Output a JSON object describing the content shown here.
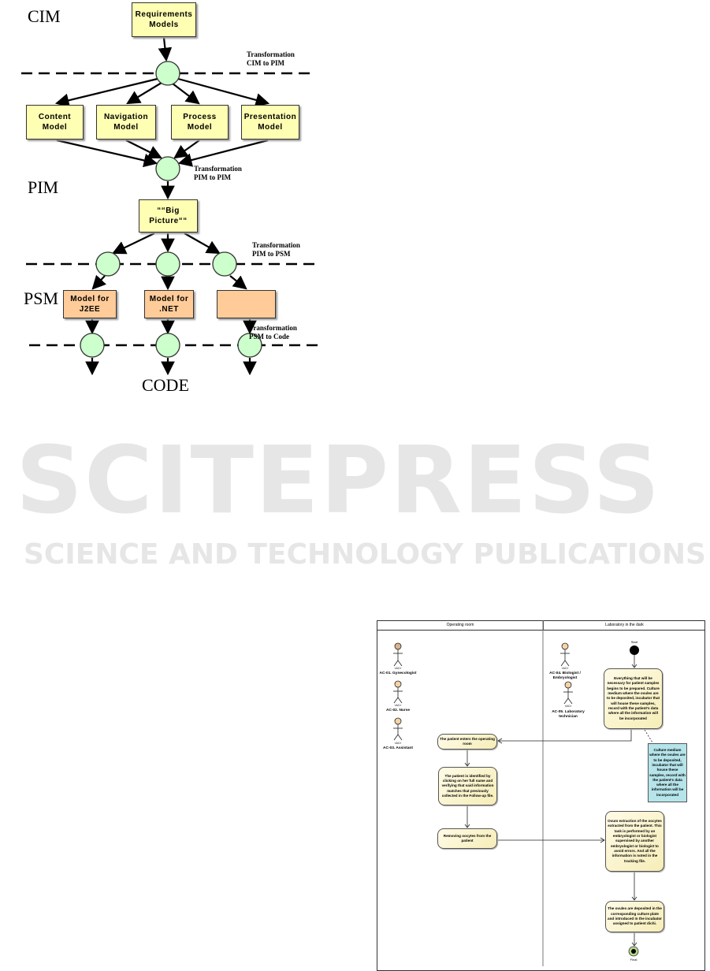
{
  "watermark": {
    "title": "SCITEPRESS",
    "subtitle": "SCIENCE AND TECHNOLOGY PUBLICATIONS"
  },
  "mda": {
    "levels": {
      "cim": "CIM",
      "pim": "PIM",
      "psm": "PSM",
      "code": "CODE"
    },
    "requirements": "Requirements Models",
    "models": [
      "Content Model",
      "Navigation Model",
      "Process Model",
      "Presentation Model"
    ],
    "big_picture": "““Big Picture““",
    "platform_models": [
      "Model for J2EE",
      "Model for .NET",
      ""
    ],
    "transformations": [
      {
        "line1": "Transformation",
        "line2": "CIM to PIM"
      },
      {
        "line1": "Transformation",
        "line2": "PIM to PIM"
      },
      {
        "line1": "Transformation",
        "line2": "PIM to PSM"
      },
      {
        "line1": "Transformation",
        "line2": "PSM to Code"
      }
    ],
    "colors": {
      "cim_pim": "#ffffb3",
      "psm": "#ffcc99",
      "node": "#ccffcc"
    }
  },
  "activity": {
    "lanes": [
      "Operating room",
      "Laboratory in the dark"
    ],
    "stereotype": "«AC»",
    "actors": [
      "AC-01. Gynecologist",
      "AC-02. Nurse",
      "AC-03. Assistant",
      "AC-04. Biologist / Embryologist",
      "AC-05. Laboratory technician"
    ],
    "start": "Start",
    "final": "Final",
    "actions": [
      "Everything that will be necessary for patient samples begins to be prepared. Culture medium where the ovules are to be deposited, incubator that will house these samples, record with the patient's data where all the information will be incorporated",
      "The patient enters the operating room",
      "The patient is identified by clicking on her full name and verifying that said information matches that previously collected in the Follow-up file.",
      "Removing oocytes from the patient",
      "Ovum extraction of the oocytes extracted from the patient. This task is performed by an embryologist or biologist supervised by another embryologist or biologist to avoid errors. And all the information is noted in the tracking file.",
      "The ovules are deposited in the corresponding culture plate and introduced in the incubator assigned to patient dichi."
    ],
    "note": "Culture medium where the ovules are to be deposited, incubator that will house these samples, record with the patient's data where all the information will be incorporated"
  }
}
